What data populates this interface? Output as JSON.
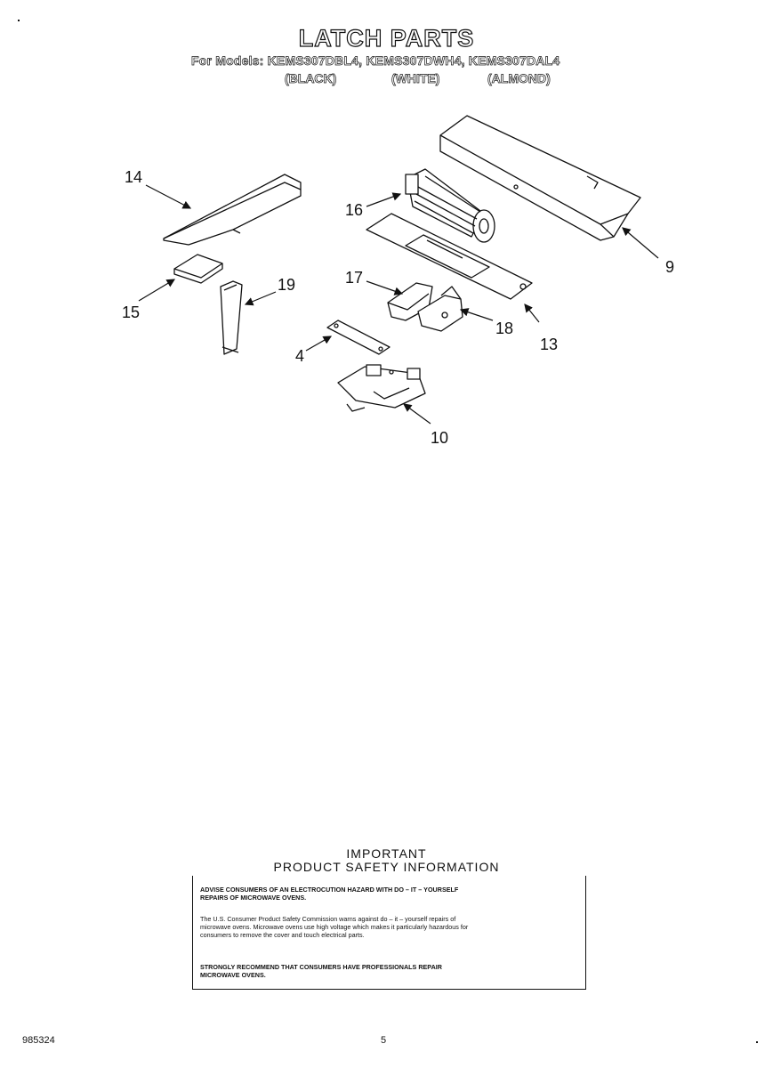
{
  "header": {
    "title": "LATCH PARTS",
    "models_line": "For Models: KEMS307DBL4, KEMS307DWH4, KEMS307DAL4",
    "variants": [
      "(BLACK)",
      "(WHITE)",
      "(ALMOND)"
    ]
  },
  "diagram": {
    "callouts": [
      "14",
      "15",
      "19",
      "16",
      "17",
      "18",
      "13",
      "9",
      "4",
      "10"
    ]
  },
  "notice": {
    "heading_line1": "IMPORTANT",
    "heading_line2": "PRODUCT  SAFETY  INFORMATION",
    "advise_line1": "ADVISE CONSUMERS OF AN ELECTROCUTION HAZARD WITH DO – IT – YOURSELF",
    "advise_line2": "REPAIRS OF MICROWAVE OVENS.",
    "body_line1": "The U.S. Consumer Product Safety Commission warns against do – it – yourself repairs of",
    "body_line2": "microwave ovens. Microwave ovens use high voltage which makes it particularly hazardous for",
    "body_line3": "consumers to remove the cover and touch electrical parts.",
    "recommend_line1": "STRONGLY RECOMMEND THAT CONSUMERS HAVE PROFESSIONALS REPAIR",
    "recommend_line2": "MICROWAVE OVENS."
  },
  "footer": {
    "doc_number": "985324",
    "page_number": "5"
  }
}
